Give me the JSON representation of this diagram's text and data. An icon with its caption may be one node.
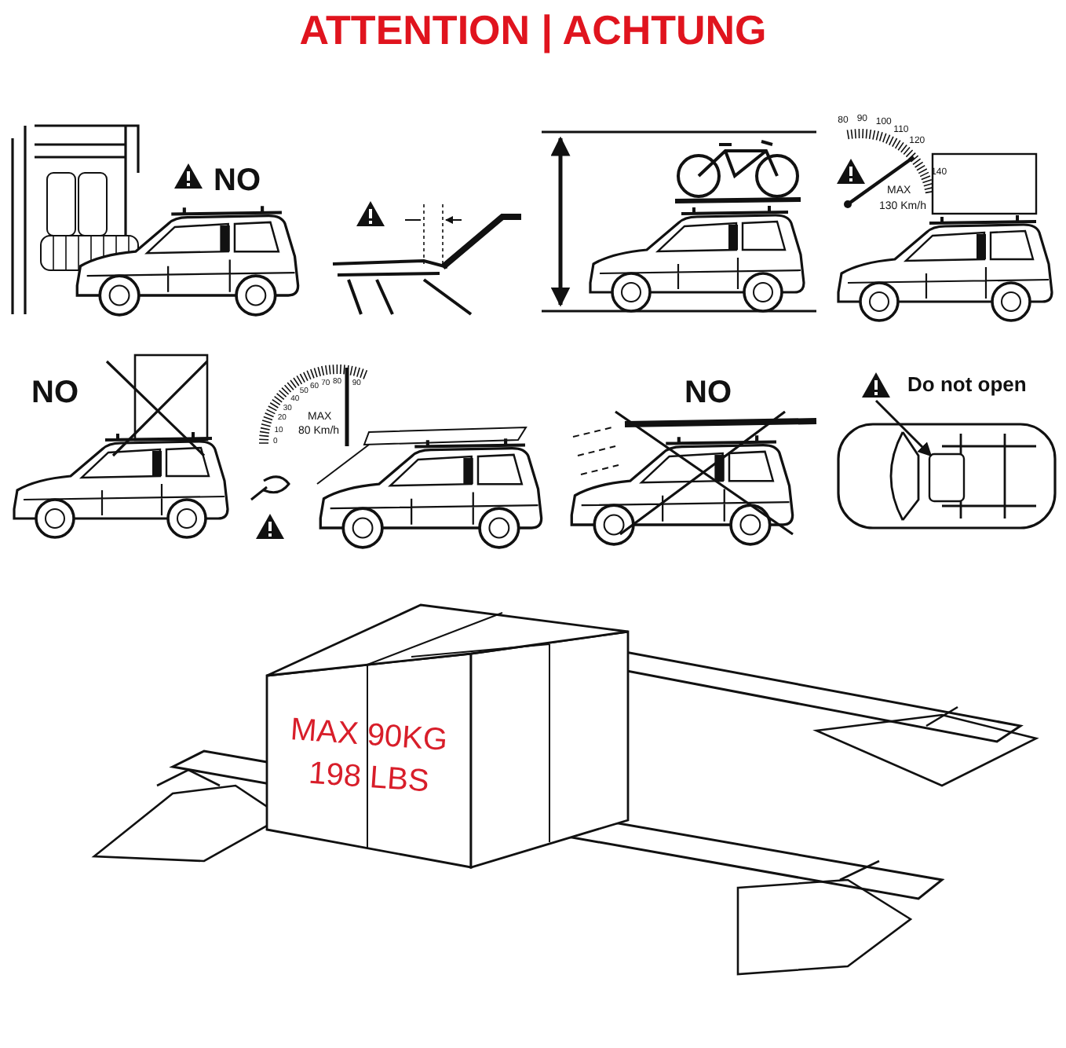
{
  "diagram": {
    "title": "ATTENTION | ACHTUNG",
    "nodes": [
      {
        "text": [],
        "shape": "triangle"
      },
      {
        "text": [],
        "shape": "box"
      }
    ],
    "edges": [
      {
        "from": 0,
        "to": 1,
        "arrow": "to"
      }
    ],
    "labels": [
      "NO",
      "80",
      "90",
      "100",
      "110",
      "120",
      "140",
      "MAX",
      "130 Km/h",
      "NO",
      "0",
      "10",
      "20",
      "30",
      "40",
      "50",
      "60",
      "70",
      "80",
      "90",
      "MAX",
      "80 Km/h",
      "NO",
      "Do not open",
      "MAX 90KG",
      "198 LBS"
    ]
  }
}
